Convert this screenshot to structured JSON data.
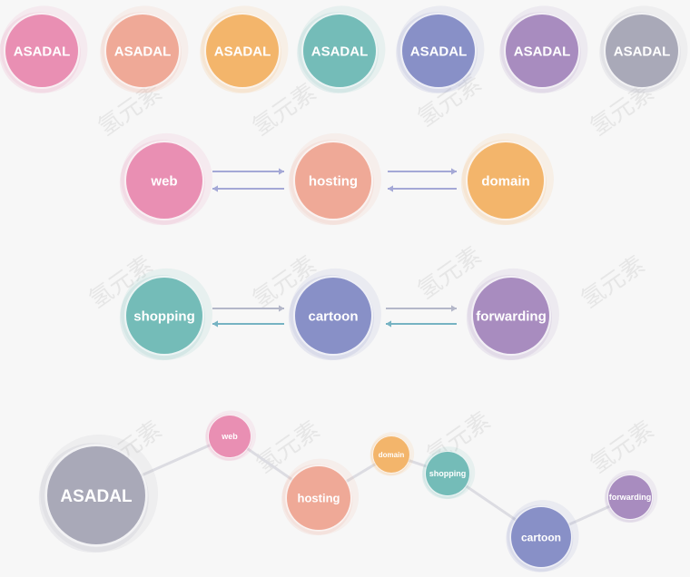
{
  "palette": {
    "pink": "#e98fb3",
    "salmon": "#efa997",
    "orange": "#f3b56b",
    "teal": "#74bcb8",
    "blue": "#8890c7",
    "purple": "#a88cbf",
    "gray": "#a9a9b8",
    "arrow_blue": "#a4a8d6",
    "arrow_teal": "#76b3c3",
    "arrow_gray": "#b4b7c9",
    "connector": "#dcdce2"
  },
  "row1": {
    "bubbles": [
      {
        "label": "ASADAL",
        "color": "pink"
      },
      {
        "label": "ASADAL",
        "color": "salmon"
      },
      {
        "label": "ASADAL",
        "color": "orange"
      },
      {
        "label": "ASADAL",
        "color": "teal"
      },
      {
        "label": "ASADAL",
        "color": "blue"
      },
      {
        "label": "ASADAL",
        "color": "purple"
      },
      {
        "label": "ASADAL",
        "color": "gray"
      }
    ]
  },
  "row2": {
    "bubbles": [
      {
        "label": "web",
        "color": "pink"
      },
      {
        "label": "hosting",
        "color": "salmon"
      },
      {
        "label": "domain",
        "color": "orange"
      }
    ],
    "arrow_color": "arrow_blue"
  },
  "row3": {
    "bubbles": [
      {
        "label": "shopping",
        "color": "teal"
      },
      {
        "label": "cartoon",
        "color": "blue"
      },
      {
        "label": "forwarding",
        "color": "purple"
      }
    ],
    "arrow_top_color": "arrow_gray",
    "arrow_bottom_color": "arrow_teal"
  },
  "network": {
    "nodes": [
      {
        "label": "ASADAL",
        "color": "gray"
      },
      {
        "label": "web",
        "color": "pink"
      },
      {
        "label": "hosting",
        "color": "salmon"
      },
      {
        "label": "domain",
        "color": "orange"
      },
      {
        "label": "shopping",
        "color": "teal"
      },
      {
        "label": "cartoon",
        "color": "blue"
      },
      {
        "label": "forwarding",
        "color": "purple"
      }
    ],
    "edges": [
      [
        0,
        1
      ],
      [
        1,
        2
      ],
      [
        2,
        3
      ],
      [
        3,
        4
      ],
      [
        4,
        5
      ],
      [
        5,
        6
      ]
    ]
  },
  "watermark": "氢元素"
}
